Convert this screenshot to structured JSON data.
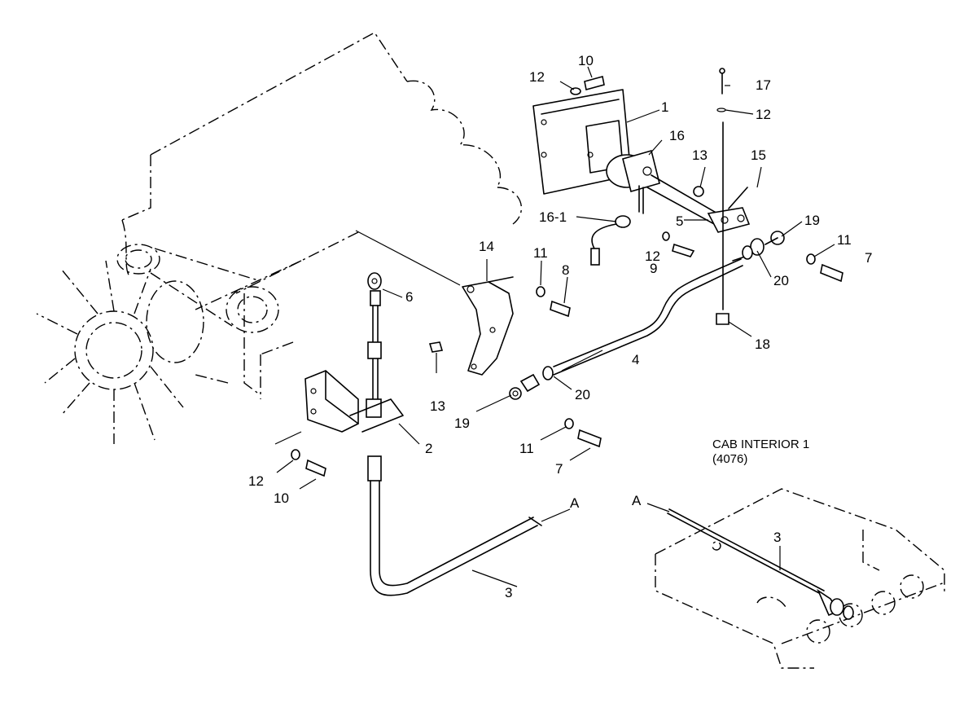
{
  "callouts": {
    "c1": "1",
    "c2": "2",
    "c3a": "3",
    "c3b": "3",
    "c4": "4",
    "c5": "5",
    "c6": "6",
    "c7a": "7",
    "c7b": "7",
    "c8": "8",
    "c9": "9",
    "c10a": "10",
    "c10b": "10",
    "c11a": "11",
    "c11b": "11",
    "c11c": "11",
    "c12a": "12",
    "c12b": "12",
    "c12c": "12",
    "c12d": "12",
    "c13a": "13",
    "c13b": "13",
    "c14": "14",
    "c15": "15",
    "c16": "16",
    "c16_1": "16-1",
    "c17": "17",
    "c18": "18",
    "c19a": "19",
    "c19b": "19",
    "c20a": "20",
    "c20b": "20",
    "refA1": "A",
    "refA2": "A"
  },
  "inset": {
    "title": "CAB INTERIOR 1",
    "code": "(4076)"
  }
}
